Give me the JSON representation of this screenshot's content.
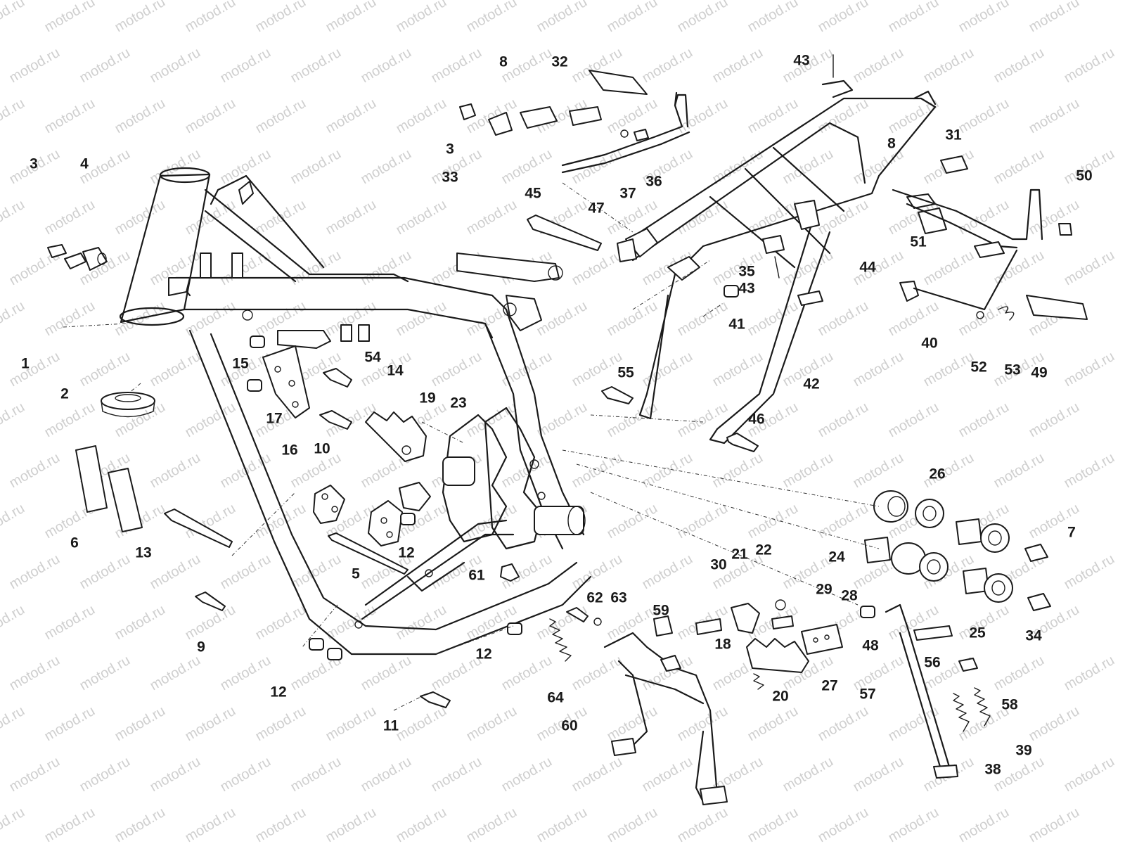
{
  "diagram": {
    "watermark_text": "motod.ru",
    "callouts": [
      "1",
      "2",
      "3",
      "4",
      "5",
      "6",
      "7",
      "8",
      "9",
      "10",
      "11",
      "12",
      "13",
      "14",
      "15",
      "16",
      "17",
      "18",
      "19",
      "20",
      "21",
      "22",
      "23",
      "24",
      "25",
      "26",
      "27",
      "28",
      "29",
      "30",
      "31",
      "32",
      "33",
      "34",
      "35",
      "36",
      "37",
      "38",
      "39",
      "40",
      "41",
      "42",
      "43",
      "44",
      "45",
      "46",
      "47",
      "48",
      "49",
      "50",
      "51",
      "52",
      "53",
      "54",
      "55",
      "56",
      "57",
      "58",
      "59",
      "60",
      "61",
      "62",
      "63",
      "64"
    ],
    "extra_callouts": [
      "3",
      "8",
      "12",
      "12",
      "12",
      "43"
    ]
  }
}
